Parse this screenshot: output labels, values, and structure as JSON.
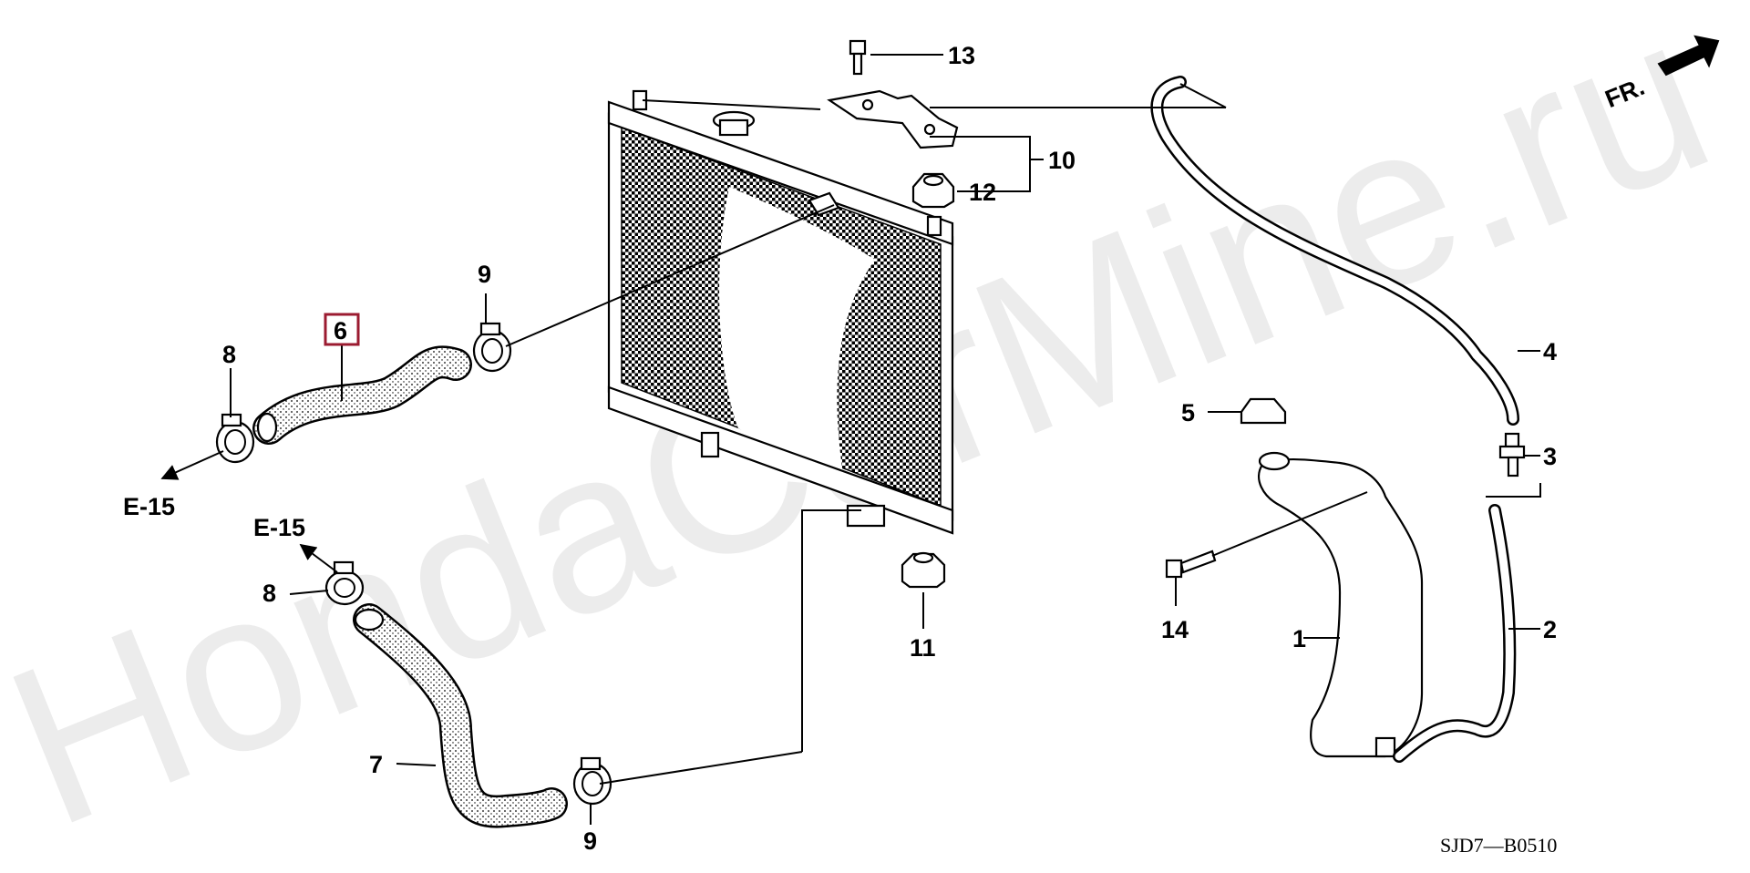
{
  "watermark": "HondaCarMine.ru",
  "diagram_code": "SJD7—B0510",
  "direction": {
    "label": "FR."
  },
  "callouts": [
    {
      "id": "c1",
      "text": "1"
    },
    {
      "id": "c2",
      "text": "2"
    },
    {
      "id": "c3",
      "text": "3"
    },
    {
      "id": "c4",
      "text": "4"
    },
    {
      "id": "c5",
      "text": "5"
    },
    {
      "id": "c6",
      "text": "6",
      "highlighted": true
    },
    {
      "id": "c7",
      "text": "7"
    },
    {
      "id": "c8a",
      "text": "8"
    },
    {
      "id": "c8b",
      "text": "8"
    },
    {
      "id": "c9a",
      "text": "9"
    },
    {
      "id": "c9b",
      "text": "9"
    },
    {
      "id": "c10",
      "text": "10"
    },
    {
      "id": "c11",
      "text": "11"
    },
    {
      "id": "c12",
      "text": "12"
    },
    {
      "id": "c13",
      "text": "13"
    },
    {
      "id": "c14",
      "text": "14"
    }
  ],
  "references": [
    {
      "id": "r1",
      "text": "E-15"
    },
    {
      "id": "r2",
      "text": "E-15"
    }
  ],
  "colors": {
    "highlight_box": "#9b1b30",
    "watermark": "#ececec",
    "line": "#000000"
  }
}
